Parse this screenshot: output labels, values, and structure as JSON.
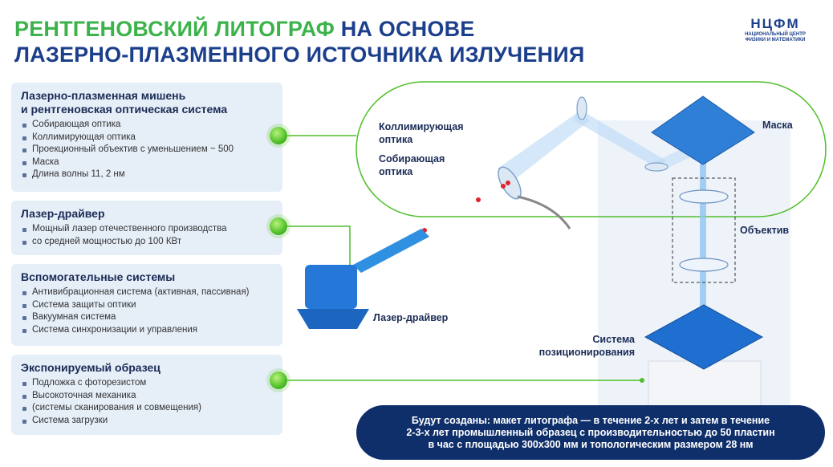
{
  "title": {
    "line1_green": "РЕНТГЕНОВСКИЙ ЛИТОГРАФ",
    "line1_blue": "НА ОСНОВЕ",
    "line2": "ЛАЗЕРНО-ПЛАЗМЕННОГО ИСТОЧНИКА ИЗЛУЧЕНИЯ"
  },
  "logo": {
    "mark": "НЦФМ",
    "sub": "НАЦИОНАЛЬНЫЙ ЦЕНТР ФИЗИКИ И МАТЕМАТИКИ"
  },
  "panels": [
    {
      "title1": "Лазерно-плазменная мишень",
      "title2": "и рентгеновская оптическая система",
      "items": [
        "Собирающая оптика",
        "Коллимирующая оптика",
        "Проекционный объектив с уменьшением ~ 500",
        "Маска",
        "Длина волны 11, 2 нм"
      ]
    },
    {
      "title1": "Лазер-драйвер",
      "items": [
        "Мощный лазер отечественного производства",
        "со средней мощностью до 100 КВт"
      ]
    },
    {
      "title1": "Вспомогательные системы",
      "items": [
        "Антивибрационная система (активная, пассивная)",
        "Система защиты оптики",
        "Вакуумная система",
        "Система синхронизации  и управления"
      ]
    },
    {
      "title1": "Экспонируемый образец",
      "items": [
        "Подложка с фоторезистом",
        "Высокоточная механика",
        "(системы сканирования и совмещения)",
        "Система загрузки"
      ]
    }
  ],
  "diagram": {
    "collimating1": "Коллимирующая",
    "collimating2": "оптика",
    "collecting1": "Собирающая",
    "collecting2": "оптика",
    "mask": "Маска",
    "objective": "Объектив",
    "laser_driver": "Лазер-драйвер",
    "positioning1": "Система",
    "positioning2": "позиционирования"
  },
  "bottom": {
    "l1": "Будут созданы: макет литографа — в течение 2-х лет и затем в течение",
    "l2": "2-3-х лет промышленный образец с производительностью до 50 пластин",
    "l3": "в час с площадью 300х300 мм и топологическим размером 28 нм"
  },
  "colors": {
    "green": "#3cb34a",
    "blue": "#1c3f8c",
    "panel": "#e6eef8",
    "navy": "#0f2f6b"
  }
}
